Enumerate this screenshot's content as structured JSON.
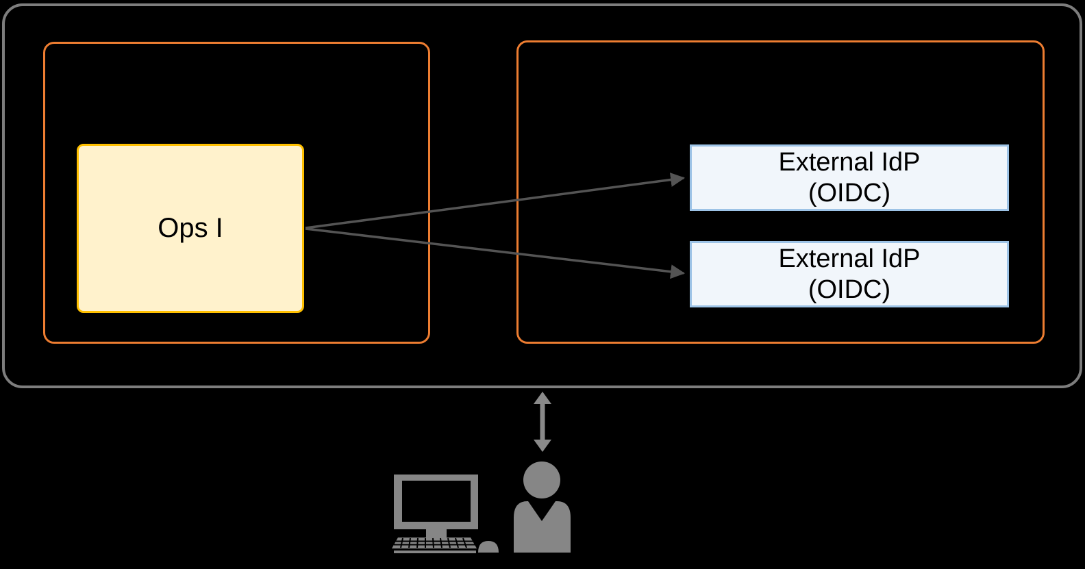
{
  "canvas": {
    "background": "#000000"
  },
  "colors": {
    "outer_boundary_border": "#7d7d7d",
    "zone_border": "#ed7d31",
    "ops_box_fill": "#fff2cc",
    "ops_box_border": "#ffc000",
    "idp_box_fill": "#f1f6fb",
    "idp_box_border": "#9dc3e6",
    "connector_arrow": "#545454",
    "icon_gray": "#868686",
    "text": "#000000"
  },
  "boxes": {
    "ops": {
      "label": "Ops I"
    },
    "idp_list": [
      {
        "line1": "External IdP",
        "line2": "(OIDC)"
      },
      {
        "line1": "External IdP",
        "line2": "(OIDC)"
      }
    ]
  },
  "icons": {
    "user": "user-icon",
    "workstation": "desktop-computer-icon",
    "double_arrow": "double-headed-arrow-icon"
  }
}
